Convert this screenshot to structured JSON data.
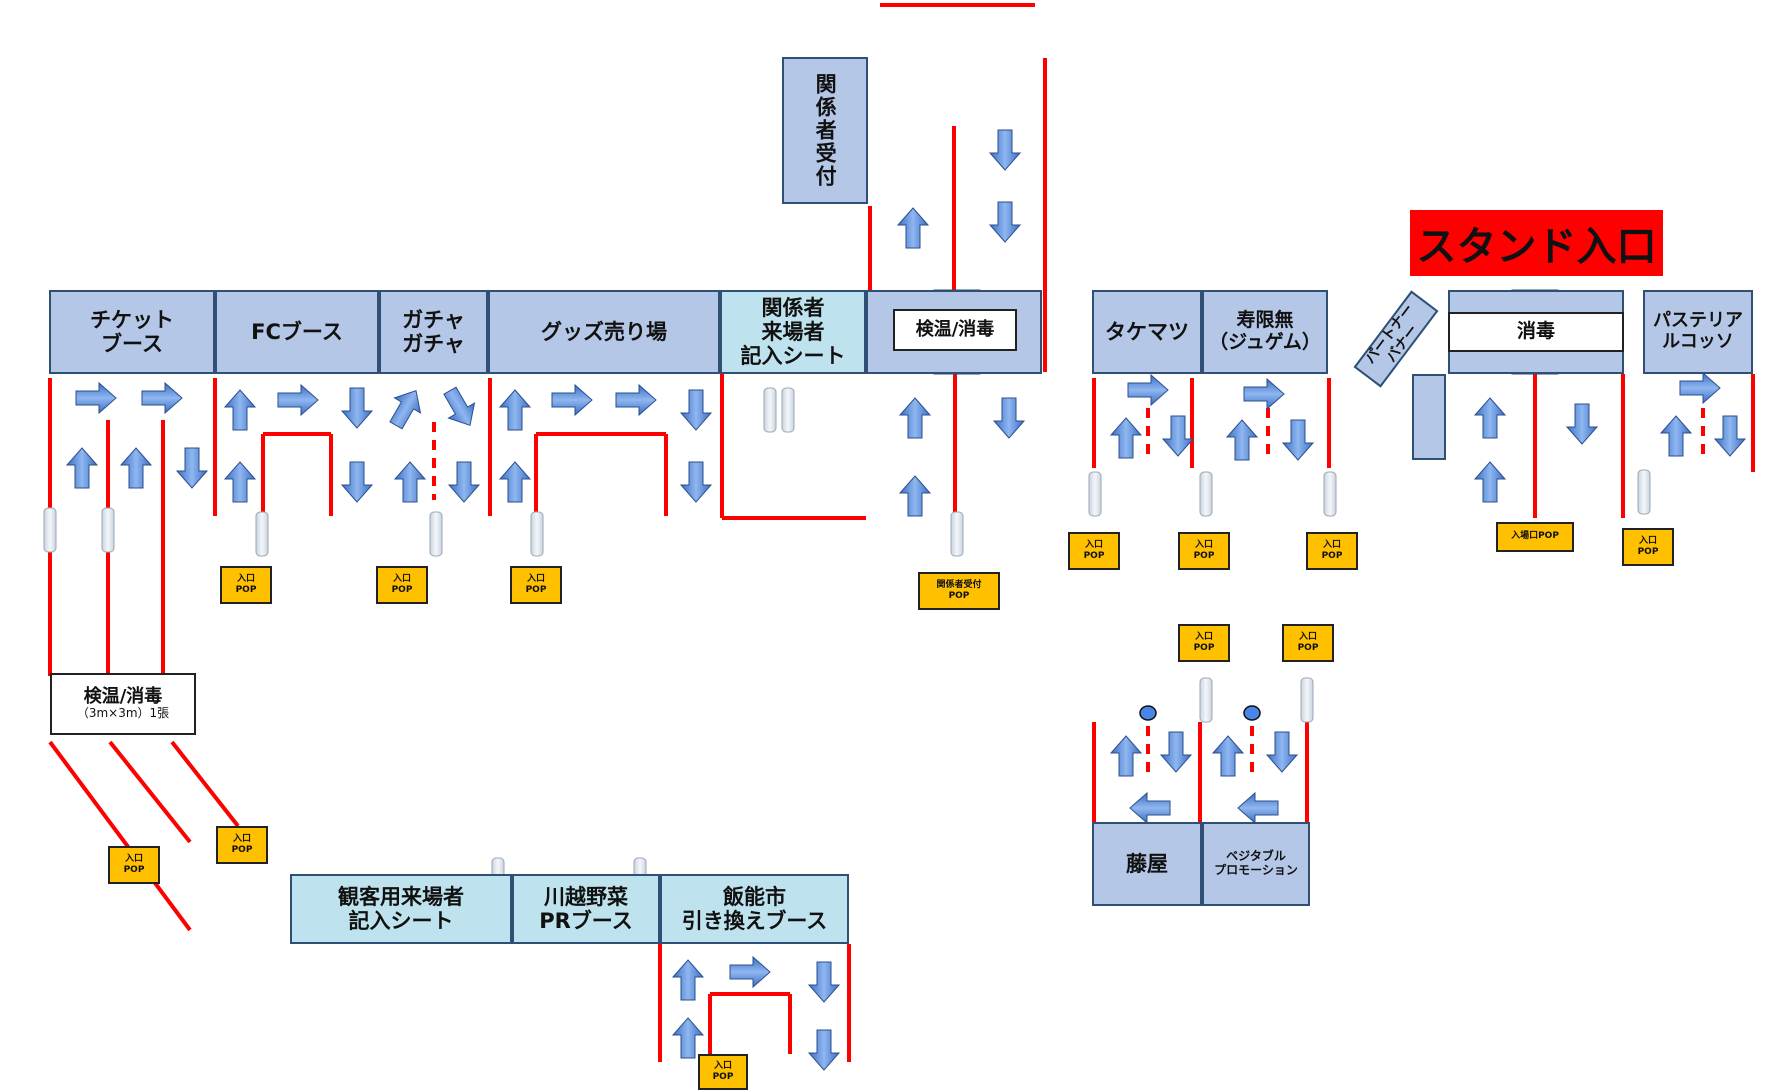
{
  "title": "スタンド入口",
  "booths": {
    "ticket": "チケット\nブース",
    "fc": "FCブース",
    "gacha": "ガチャ\nガチャ",
    "goods": "グッズ売り場",
    "staff_sheet": "関係者\n来場者\n記入シート",
    "staff_reception": "関係者受付",
    "check_disinfect": "検温/消毒",
    "takematsu": "タケマツ",
    "jugemu": "寿限無\n（ジュゲム）",
    "partner": "パートナー\nバナー",
    "disinfect": "消毒",
    "pasteria": "パステリア\nルコッソ",
    "check_tent": "検温/消毒",
    "check_tent_sub": "（3m×3m）1張",
    "visitor_sheet": "観客用来場者\n記入シート",
    "kawagoe": "川越野菜\nPRブース",
    "hanno": "飯能市\n引き換えブース",
    "fujiya": "藤屋",
    "vegetable": "ベジタブル\nプロモーション"
  },
  "pops": {
    "entry": "入口\nPOP",
    "staff": "関係者受付\nPOP",
    "stand_entry": "入場口POP"
  },
  "colors": {
    "booth": "#b4c7e7",
    "booth_teal": "#bfe3ee",
    "barrier": "#ff0000",
    "arrow": "#4a86e8",
    "pop": "#ffc000"
  }
}
